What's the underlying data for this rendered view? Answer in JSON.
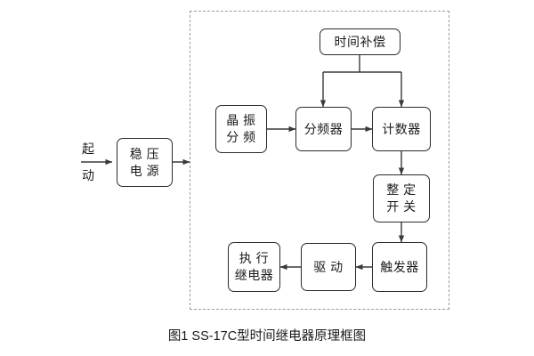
{
  "figure": {
    "caption": "图1 SS-17C型时间继电器原理框图",
    "colors": {
      "box_border": "#2b2b2b",
      "connector": "#3a3a3a",
      "dashed_region": "#9a9a9a",
      "background": "#ffffff",
      "text": "#1a1a1a"
    }
  },
  "external": {
    "start_label_top": "起",
    "start_label_bottom": "动",
    "power_supply": {
      "line1": "稳 压",
      "line2": "电 源"
    }
  },
  "blocks": {
    "time_compensation": {
      "line1": "时间补偿"
    },
    "crystal_divider": {
      "line1": "晶 振",
      "line2": "分 频"
    },
    "frequency_divider": {
      "line1": "分频器"
    },
    "counter": {
      "line1": "计数器"
    },
    "setting_switch": {
      "line1": "整 定",
      "line2": "开 关"
    },
    "trigger": {
      "line1": "触发器"
    },
    "driver": {
      "line1": "驱 动"
    },
    "output_relay": {
      "line1": "执 行",
      "line2": "继电器"
    }
  },
  "connections": [
    {
      "from": "start",
      "to": "power_supply"
    },
    {
      "from": "power_supply",
      "to": "dashed-region-boundary"
    },
    {
      "from": "time_compensation",
      "to": "frequency_divider"
    },
    {
      "from": "time_compensation",
      "to": "counter"
    },
    {
      "from": "crystal_divider",
      "to": "frequency_divider"
    },
    {
      "from": "frequency_divider",
      "to": "counter"
    },
    {
      "from": "counter",
      "to": "setting_switch"
    },
    {
      "from": "setting_switch",
      "to": "trigger"
    },
    {
      "from": "trigger",
      "to": "driver"
    },
    {
      "from": "driver",
      "to": "output_relay"
    }
  ]
}
